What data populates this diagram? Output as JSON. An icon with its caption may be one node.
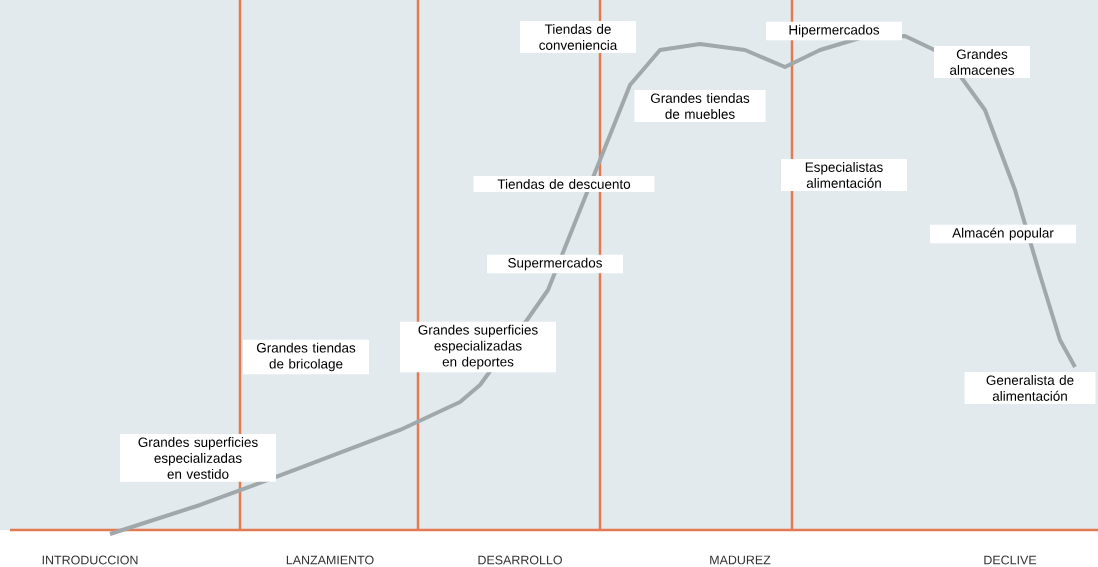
{
  "diagram": {
    "nodes": [
      {
        "text": [
          "Grandes superficies especializadas en vestido"
        ]
      },
      {
        "text": [
          "Grandes tiendas de bricolage"
        ]
      },
      {
        "text": [
          "Grandes superficies especializadas en deportes"
        ]
      },
      {
        "text": [
          "Supermercados"
        ]
      },
      {
        "text": [
          "Tiendas de descuento"
        ]
      },
      {
        "text": [
          "Tiendas de conveniencia"
        ]
      },
      {
        "text": [
          "Grandes tiendas de muebles"
        ]
      },
      {
        "text": [
          "Hipermercados"
        ]
      },
      {
        "text": [
          "Especialistas alimentación"
        ]
      },
      {
        "text": [
          "Grandes almacenes"
        ]
      },
      {
        "text": [
          "Almacén popular"
        ]
      },
      {
        "text": [
          "Generalista de alimentación"
        ]
      }
    ],
    "labels": [
      "INTRODUCCION",
      "LANZAMIENTO",
      "DESARROLLO",
      "MADUREZ",
      "DECLIVE"
    ]
  }
}
